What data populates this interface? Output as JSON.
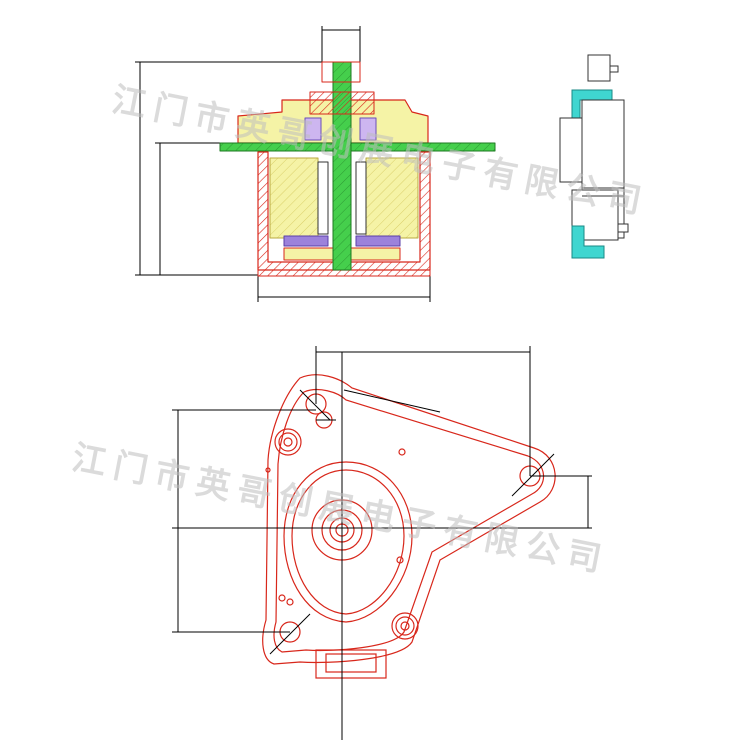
{
  "watermark": {
    "text_top": "江门市英哥创展电子有限公司",
    "text_bottom": "江门市英哥创展电子有限公司"
  },
  "colors": {
    "outline": "#d8271b",
    "shaft": "#38c943",
    "yellow": "#f4f29f",
    "cyan": "#3fd6d0",
    "purple": "#7f5cc8",
    "dimension": "#000000"
  },
  "views": [
    "section-view",
    "side-view",
    "top-view"
  ]
}
